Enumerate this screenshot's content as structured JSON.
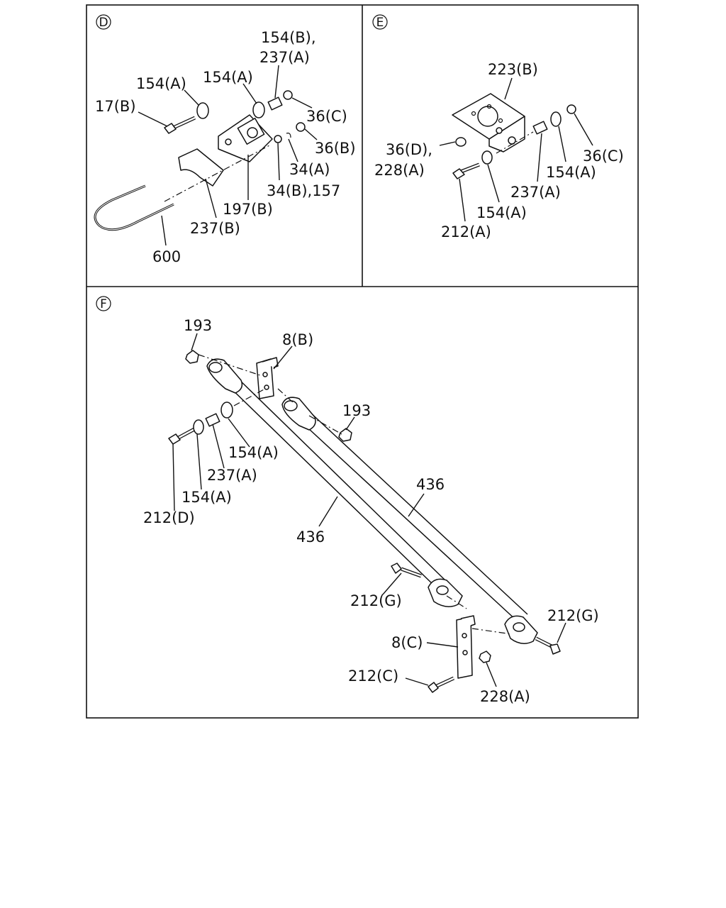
{
  "panels": {
    "D": {
      "circle_label": "D",
      "callouts": [
        "154(B),",
        "237(A)",
        "154(A)",
        "154(A)",
        "17(B)",
        "36(C)",
        "36(B)",
        "34(A)",
        "34(B),157",
        "197(B)",
        "237(B)",
        "600"
      ]
    },
    "E": {
      "circle_label": "E",
      "callouts": [
        "223(B)",
        "36(D),",
        "228(A)",
        "36(C)",
        "154(A)",
        "237(A)",
        "154(A)",
        "212(A)"
      ]
    },
    "F": {
      "circle_label": "F",
      "callouts": [
        "193",
        "8(B)",
        "193",
        "154(A)",
        "237(A)",
        "154(A)",
        "212(D)",
        "436",
        "436",
        "212(G)",
        "212(G)",
        "8(C)",
        "212(C)",
        "228(A)"
      ]
    }
  },
  "colors": {
    "line": "#111111",
    "background": "#ffffff"
  }
}
